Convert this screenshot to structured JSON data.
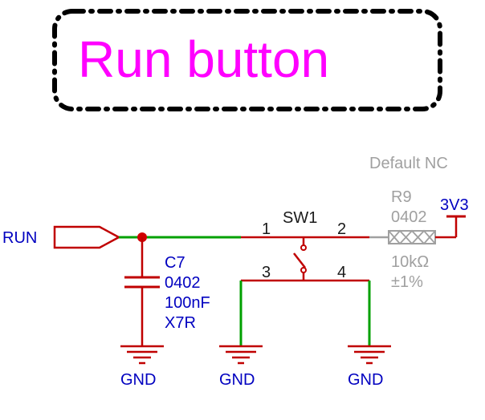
{
  "title": {
    "text": "Run button"
  },
  "colors": {
    "title": "#ff00ff",
    "wire_green": "#00a000",
    "wire_red": "#c00000",
    "label_blue": "#0000c0",
    "label_dark": "#1a1a1a",
    "nc_grey": "#a0a0a0",
    "junction": "#d00000",
    "frame": "#000000"
  },
  "net_labels": {
    "run": "RUN",
    "vdd": "3V3",
    "gnd_c7": "GND",
    "gnd_sw_left": "GND",
    "gnd_sw_right": "GND"
  },
  "components": {
    "c7": {
      "ref": "C7",
      "package": "0402",
      "value": "100nF",
      "dielectric": "X7R"
    },
    "sw1": {
      "ref": "SW1",
      "pins": [
        "1",
        "2",
        "3",
        "4"
      ]
    },
    "r9": {
      "ref": "R9",
      "package": "0402",
      "value": "10kΩ",
      "tolerance": "±1%",
      "note": "Default NC"
    }
  },
  "icons": {
    "net_port": "pentagon-arrow",
    "ground": "ground-symbol",
    "power": "power-bar",
    "switch": "push-button-switch",
    "capacitor": "capacitor-symbol",
    "resistor": "resistor-nc-symbol"
  }
}
